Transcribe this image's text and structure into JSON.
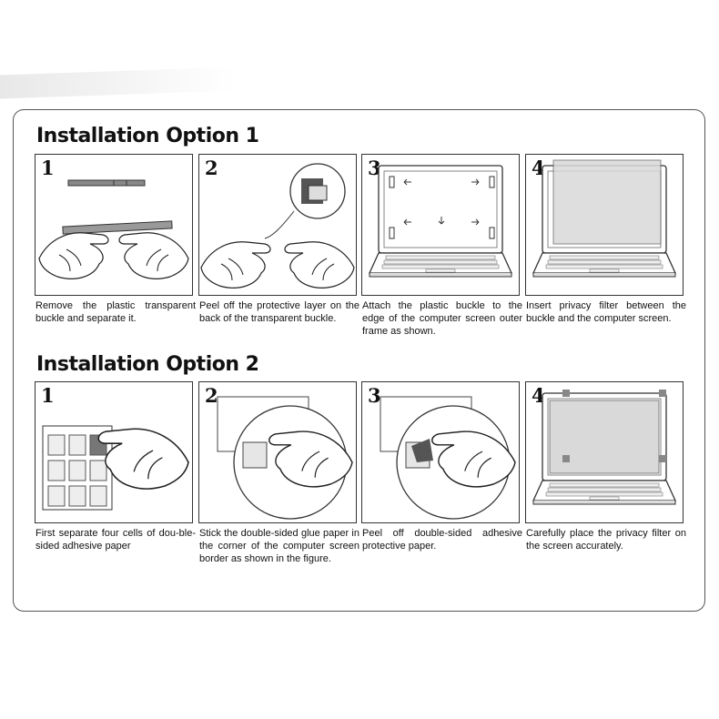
{
  "sections": [
    {
      "title": "Installation Option 1",
      "steps": [
        {
          "number": "1",
          "caption": "Remove the plastic transparent buckle and separate it."
        },
        {
          "number": "2",
          "caption": "Peel off the protective layer on the back of the transparent buckle."
        },
        {
          "number": "3",
          "caption": "Attach the plastic buckle to the edge of the computer screen outer frame as shown."
        },
        {
          "number": "4",
          "caption": "Insert privacy filter between the buckle and the computer screen."
        }
      ]
    },
    {
      "title": "Installation Option 2",
      "steps": [
        {
          "number": "1",
          "caption": "First separate four cells of dou-ble-sided adhesive paper"
        },
        {
          "number": "2",
          "caption": "Stick the double-sided glue paper in the corner of the computer screen border as shown in the figure."
        },
        {
          "number": "3",
          "caption": "Peel off double-sided adhesive protective paper."
        },
        {
          "number": "4",
          "caption": "Carefully place the privacy filter on the screen accurately."
        }
      ]
    }
  ]
}
